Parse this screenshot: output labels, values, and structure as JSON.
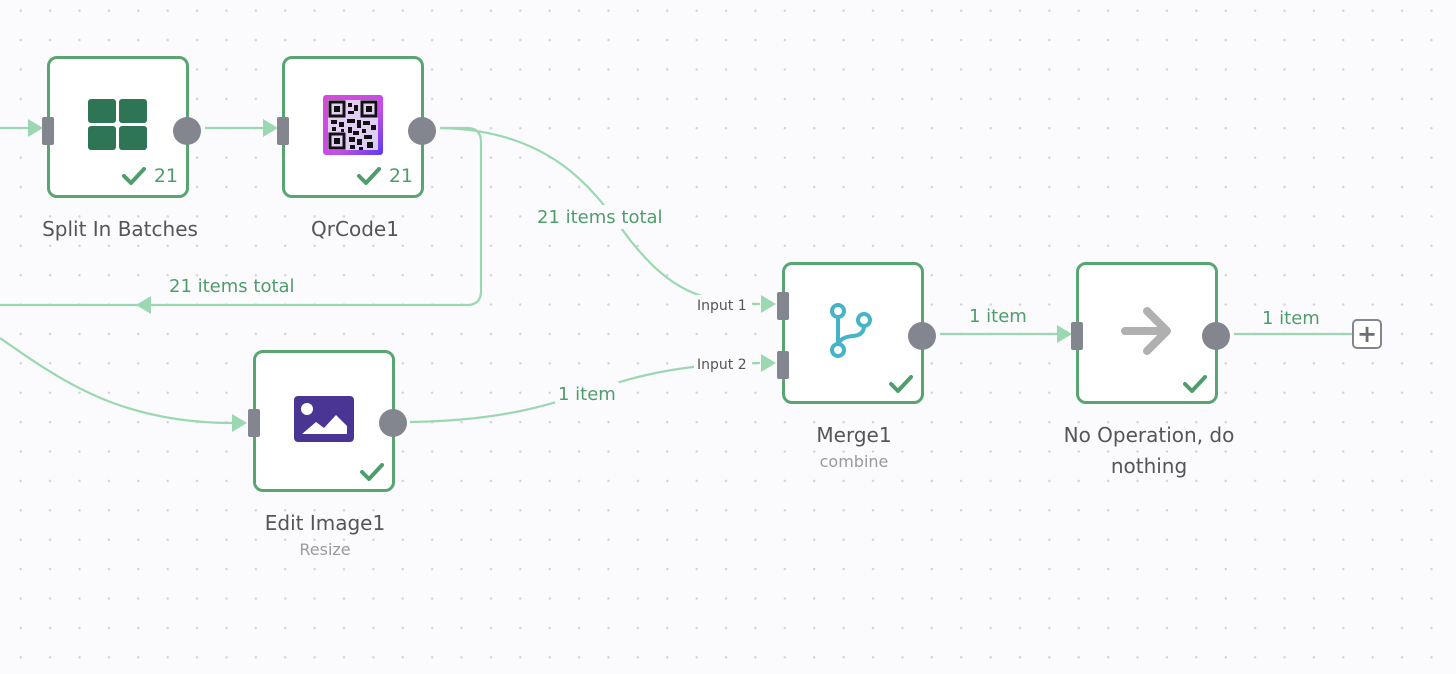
{
  "canvas": {
    "accent_color": "#59a572",
    "connection_color": "#9bd8b1",
    "port_color": "#84868f"
  },
  "nodes": [
    {
      "id": "split-in-batches",
      "title": "Split In Batches",
      "subtitle": "",
      "icon": "grid-four-squares-icon",
      "status": "success",
      "item_count": "21"
    },
    {
      "id": "qrcode1",
      "title": "QrCode1",
      "subtitle": "",
      "icon": "qr-code-icon",
      "status": "success",
      "item_count": "21"
    },
    {
      "id": "edit-image1",
      "title": "Edit Image1",
      "subtitle": "Resize",
      "icon": "image-icon",
      "status": "success",
      "item_count": ""
    },
    {
      "id": "merge1",
      "title": "Merge1",
      "subtitle": "combine",
      "icon": "merge-branch-icon",
      "status": "success",
      "item_count": "",
      "inputs": [
        "Input 1",
        "Input 2"
      ]
    },
    {
      "id": "no-op",
      "title": "No Operation, do nothing",
      "title_line1": "No Operation, do",
      "title_line2": "nothing",
      "subtitle": "",
      "icon": "arrow-right-icon",
      "status": "success",
      "item_count": ""
    }
  ],
  "connections": [
    {
      "from": "external",
      "to": "split-in-batches",
      "label": ""
    },
    {
      "from": "split-in-batches",
      "to": "qrcode1",
      "label": ""
    },
    {
      "from": "qrcode1",
      "to": "split-in-batches-loop",
      "label": "21 items total"
    },
    {
      "from": "qrcode1",
      "to": "merge1.input1",
      "label": "21 items total"
    },
    {
      "from": "external",
      "to": "edit-image1",
      "label": ""
    },
    {
      "from": "edit-image1",
      "to": "merge1.input2",
      "label": "1 item"
    },
    {
      "from": "merge1",
      "to": "no-op",
      "label": "1 item"
    },
    {
      "from": "no-op",
      "to": "add-node",
      "label": "1 item"
    }
  ],
  "add_node_button": {
    "label": "+"
  }
}
